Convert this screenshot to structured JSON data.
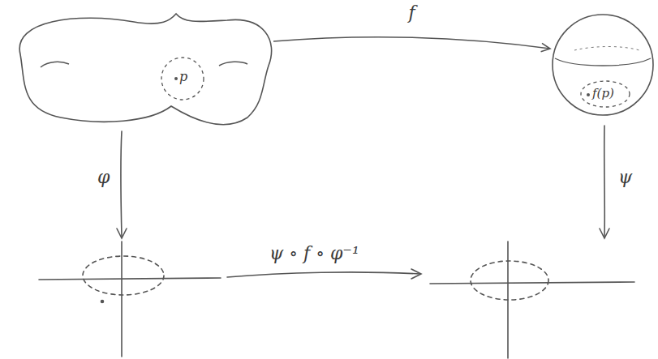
{
  "diagram": {
    "nodes": [
      {
        "text": [
          "p"
        ]
      },
      {
        "text": [
          "f(p)"
        ]
      }
    ],
    "edges": [
      {
        "from": 0,
        "to": 1,
        "label": "f",
        "arrow": "to"
      }
    ],
    "labels": [
      "φ",
      "ψ",
      "ψ ∘ f ∘ φ⁻¹"
    ]
  }
}
